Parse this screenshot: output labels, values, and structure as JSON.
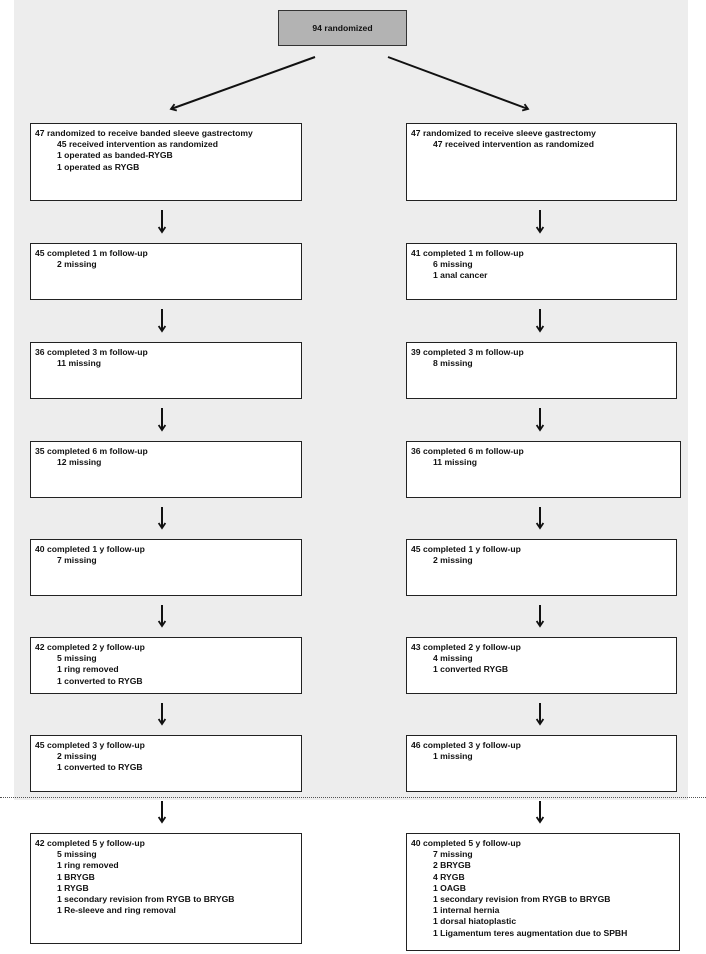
{
  "root": {
    "label": "94 randomized"
  },
  "left": [
    {
      "n": "47",
      "head": "randomized to receive banded sleeve gastrectomy",
      "lines": [
        "45 received intervention as randomized",
        "1 operated as banded-RYGB",
        "1 operated as RYGB"
      ]
    },
    {
      "n": "45",
      "head": "completed 1 m follow-up",
      "lines": [
        "2 missing"
      ]
    },
    {
      "n": "36",
      "head": "completed 3 m follow-up",
      "lines": [
        "11 missing"
      ]
    },
    {
      "n": "35",
      "head": "completed 6 m follow-up",
      "lines": [
        "12 missing"
      ]
    },
    {
      "n": "40",
      "head": "completed 1 y follow-up",
      "lines": [
        "7 missing"
      ]
    },
    {
      "n": "42",
      "head": "completed 2 y follow-up",
      "lines": [
        "5 missing",
        "1 ring removed",
        "1 converted to RYGB"
      ]
    },
    {
      "n": "45",
      "head": "completed 3 y follow-up",
      "lines": [
        "2 missing",
        "1 converted to RYGB"
      ]
    },
    {
      "n": "42",
      "head": "completed 5 y follow-up",
      "lines": [
        "5 missing",
        "1 ring removed",
        "1 BRYGB",
        "1 RYGB",
        "1 secondary revision from RYGB to BRYGB",
        "1 Re-sleeve and ring removal"
      ]
    }
  ],
  "right": [
    {
      "n": "47",
      "head": "randomized to receive sleeve gastrectomy",
      "lines": [
        "47 received intervention as randomized"
      ]
    },
    {
      "n": "41",
      "head": "completed 1 m follow-up",
      "lines": [
        "6 missing",
        "1 anal cancer"
      ]
    },
    {
      "n": "39",
      "head": "completed 3 m follow-up",
      "lines": [
        "8 missing"
      ]
    },
    {
      "n": "36",
      "head": "completed 6 m follow-up",
      "lines": [
        "11 missing"
      ]
    },
    {
      "n": "45",
      "head": "completed 1 y follow-up",
      "lines": [
        "2 missing"
      ]
    },
    {
      "n": "43",
      "head": "completed 2 y follow-up",
      "lines": [
        "4 missing",
        "1 converted RYGB"
      ]
    },
    {
      "n": "46",
      "head": "completed 3 y follow-up",
      "lines": [
        "1 missing"
      ]
    },
    {
      "n": "40",
      "head": "completed 5 y follow-up",
      "lines": [
        "7 missing",
        "2 BRYGB",
        "4 RYGB",
        "1 OAGB",
        "1 secondary revision from RYGB to BRYGB",
        "1 internal hernia",
        "1 dorsal hiatoplastic",
        "1 Ligamentum teres augmentation due to SPBH"
      ]
    }
  ]
}
